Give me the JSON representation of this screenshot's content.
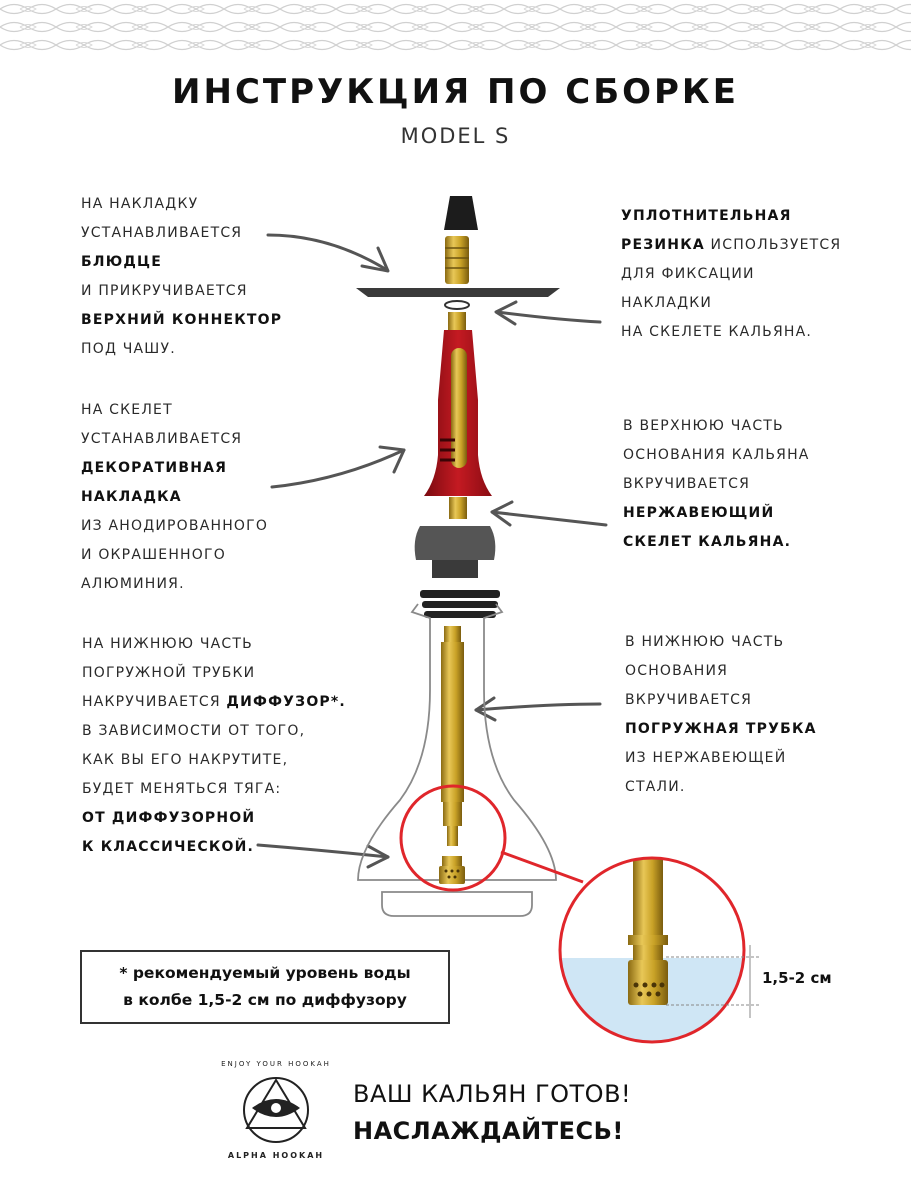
{
  "header": {
    "title": "ИНСТРУКЦИЯ ПО СБОРКЕ",
    "subtitle": "MODEL S"
  },
  "callouts": {
    "bowl_plate": {
      "lines": [
        {
          "text": "НА НАКЛАДКУ",
          "bold": false
        },
        {
          "text": "УСТАНАВЛИВАЕТСЯ",
          "bold": false
        },
        {
          "text": "БЛЮДЦЕ",
          "bold": true
        },
        {
          "text": "И ПРИКРУЧИВАЕТСЯ",
          "bold": false
        },
        {
          "text": "ВЕРХНИЙ КОННЕКТОР",
          "bold": true
        },
        {
          "text": "ПОД ЧАШУ.",
          "bold": false
        }
      ]
    },
    "seal": {
      "l1_bold": "УПЛОТНИТЕЛЬНАЯ",
      "l2_bold": "РЕЗИНКА",
      "l2_rest": " ИСПОЛЬЗУЕТСЯ",
      "l3": "ДЛЯ ФИКСАЦИИ",
      "l4": "НАКЛАДКИ",
      "l5": "НА СКЕЛЕТЕ КАЛЬЯНА."
    },
    "sleeve": {
      "lines": [
        {
          "text": "НА СКЕЛЕТ",
          "bold": false
        },
        {
          "text": "УСТАНАВЛИВАЕТСЯ",
          "bold": false
        },
        {
          "text": "ДЕКОРАТИВНАЯ",
          "bold": true
        },
        {
          "text": "НАКЛАДКА",
          "bold": true
        },
        {
          "text": "ИЗ АНОДИРОВАННОГО",
          "bold": false
        },
        {
          "text": "И ОКРАШЕННОГО",
          "bold": false
        },
        {
          "text": "АЛЮМИНИЯ.",
          "bold": false
        }
      ]
    },
    "skeleton": {
      "lines": [
        {
          "text": "В ВЕРХНЮЮ ЧАСТЬ",
          "bold": false
        },
        {
          "text": "ОСНОВАНИЯ КАЛЬЯНА",
          "bold": false
        },
        {
          "text": "ВКРУЧИВАЕТСЯ",
          "bold": false
        },
        {
          "text": "НЕРЖАВЕЮЩИЙ",
          "bold": true
        },
        {
          "text": "СКЕЛЕТ КАЛЬЯНА.",
          "bold": true
        }
      ]
    },
    "diffuser": {
      "l1": "НА НИЖНЮЮ ЧАСТЬ",
      "l2": "ПОГРУЖНОЙ ТРУБКИ",
      "l3_rest": "НАКРУЧИВАЕТСЯ ",
      "l3_bold": "ДИФФУЗОР*.",
      "l4": "В ЗАВИСИМОСТИ ОТ ТОГО,",
      "l5": "КАК ВЫ ЕГО НАКРУТИТЕ,",
      "l6": "БУДЕТ МЕНЯТЬСЯ ТЯГА:",
      "l7_bold": "ОТ ДИФФУЗОРНОЙ",
      "l8_bold": "К КЛАССИЧЕСКОЙ."
    },
    "downstem": {
      "lines": [
        {
          "text": "В НИЖНЮЮ ЧАСТЬ",
          "bold": false
        },
        {
          "text": "ОСНОВАНИЯ",
          "bold": false
        },
        {
          "text": "ВКРУЧИВАЕТСЯ",
          "bold": false
        },
        {
          "text": "ПОГРУЖНАЯ ТРУБКА",
          "bold": true
        },
        {
          "text": "ИЗ НЕРЖАВЕЮЩЕЙ",
          "bold": false
        },
        {
          "text": "СТАЛИ.",
          "bold": false
        }
      ]
    }
  },
  "note": {
    "line1": "* рекомендуемый уровень воды",
    "line2": "в колбе 1,5-2 см по диффузору"
  },
  "zoom": {
    "level_label": "1,5-2 см"
  },
  "footer": {
    "ready_line1": "ВАШ КАЛЬЯН ГОТОВ!",
    "ready_line2": "НАСЛАЖДАЙТЕСЬ!",
    "logo_top_text": "ENJOY YOUR HOOKAH",
    "logo_bottom_text": "ALPHA HOOKAH"
  },
  "colors": {
    "text": "#2a2a2a",
    "accent_red": "#e0262b",
    "gold": "#c9a227",
    "sleeve_red": "#b3141c",
    "water": "#cfe6f5",
    "plate": "#3a3a3a"
  }
}
